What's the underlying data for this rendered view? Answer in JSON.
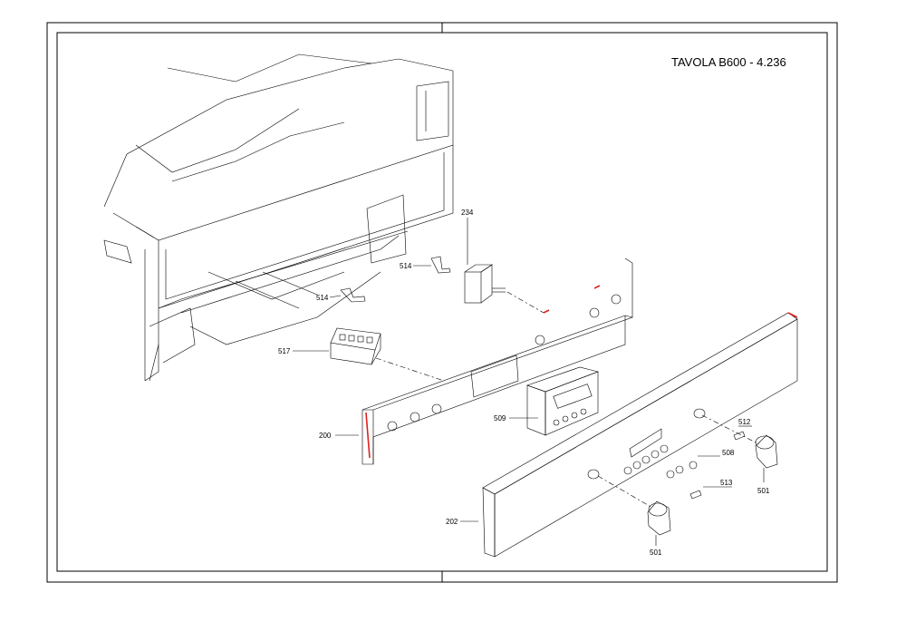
{
  "title": "TAVOLA B600 - 4.236",
  "parts": [
    {
      "id": "p234",
      "number": "234"
    },
    {
      "id": "p514a",
      "number": "514"
    },
    {
      "id": "p514b",
      "number": "514"
    },
    {
      "id": "p517",
      "number": "517"
    },
    {
      "id": "p200",
      "number": "200"
    },
    {
      "id": "p509",
      "number": "509"
    },
    {
      "id": "p512",
      "number": "512"
    },
    {
      "id": "p508",
      "number": "508"
    },
    {
      "id": "p513",
      "number": "513"
    },
    {
      "id": "p501a",
      "number": "501"
    },
    {
      "id": "p501b",
      "number": "501"
    },
    {
      "id": "p202",
      "number": "202"
    }
  ]
}
